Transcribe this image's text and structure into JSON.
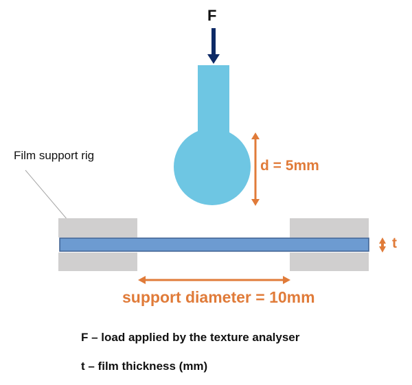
{
  "diagram": {
    "force_label": "F",
    "rig_label": "Film support rig",
    "probe_diameter_label": "d = 5mm",
    "thickness_label": "t",
    "support_diameter_label": "support diameter = 10mm"
  },
  "legend": {
    "items": [
      "F – load applied by the texture analyser",
      "t – film thickness (mm)"
    ]
  },
  "colors": {
    "probe": "#6ec6e3",
    "force_arrow": "#0d2a66",
    "dimension": "#e07b39",
    "rig": "#d0cfcf",
    "film_fill": "#6d9bd1",
    "film_border": "#3d5f8f",
    "leader_line": "#a6a6a6"
  }
}
